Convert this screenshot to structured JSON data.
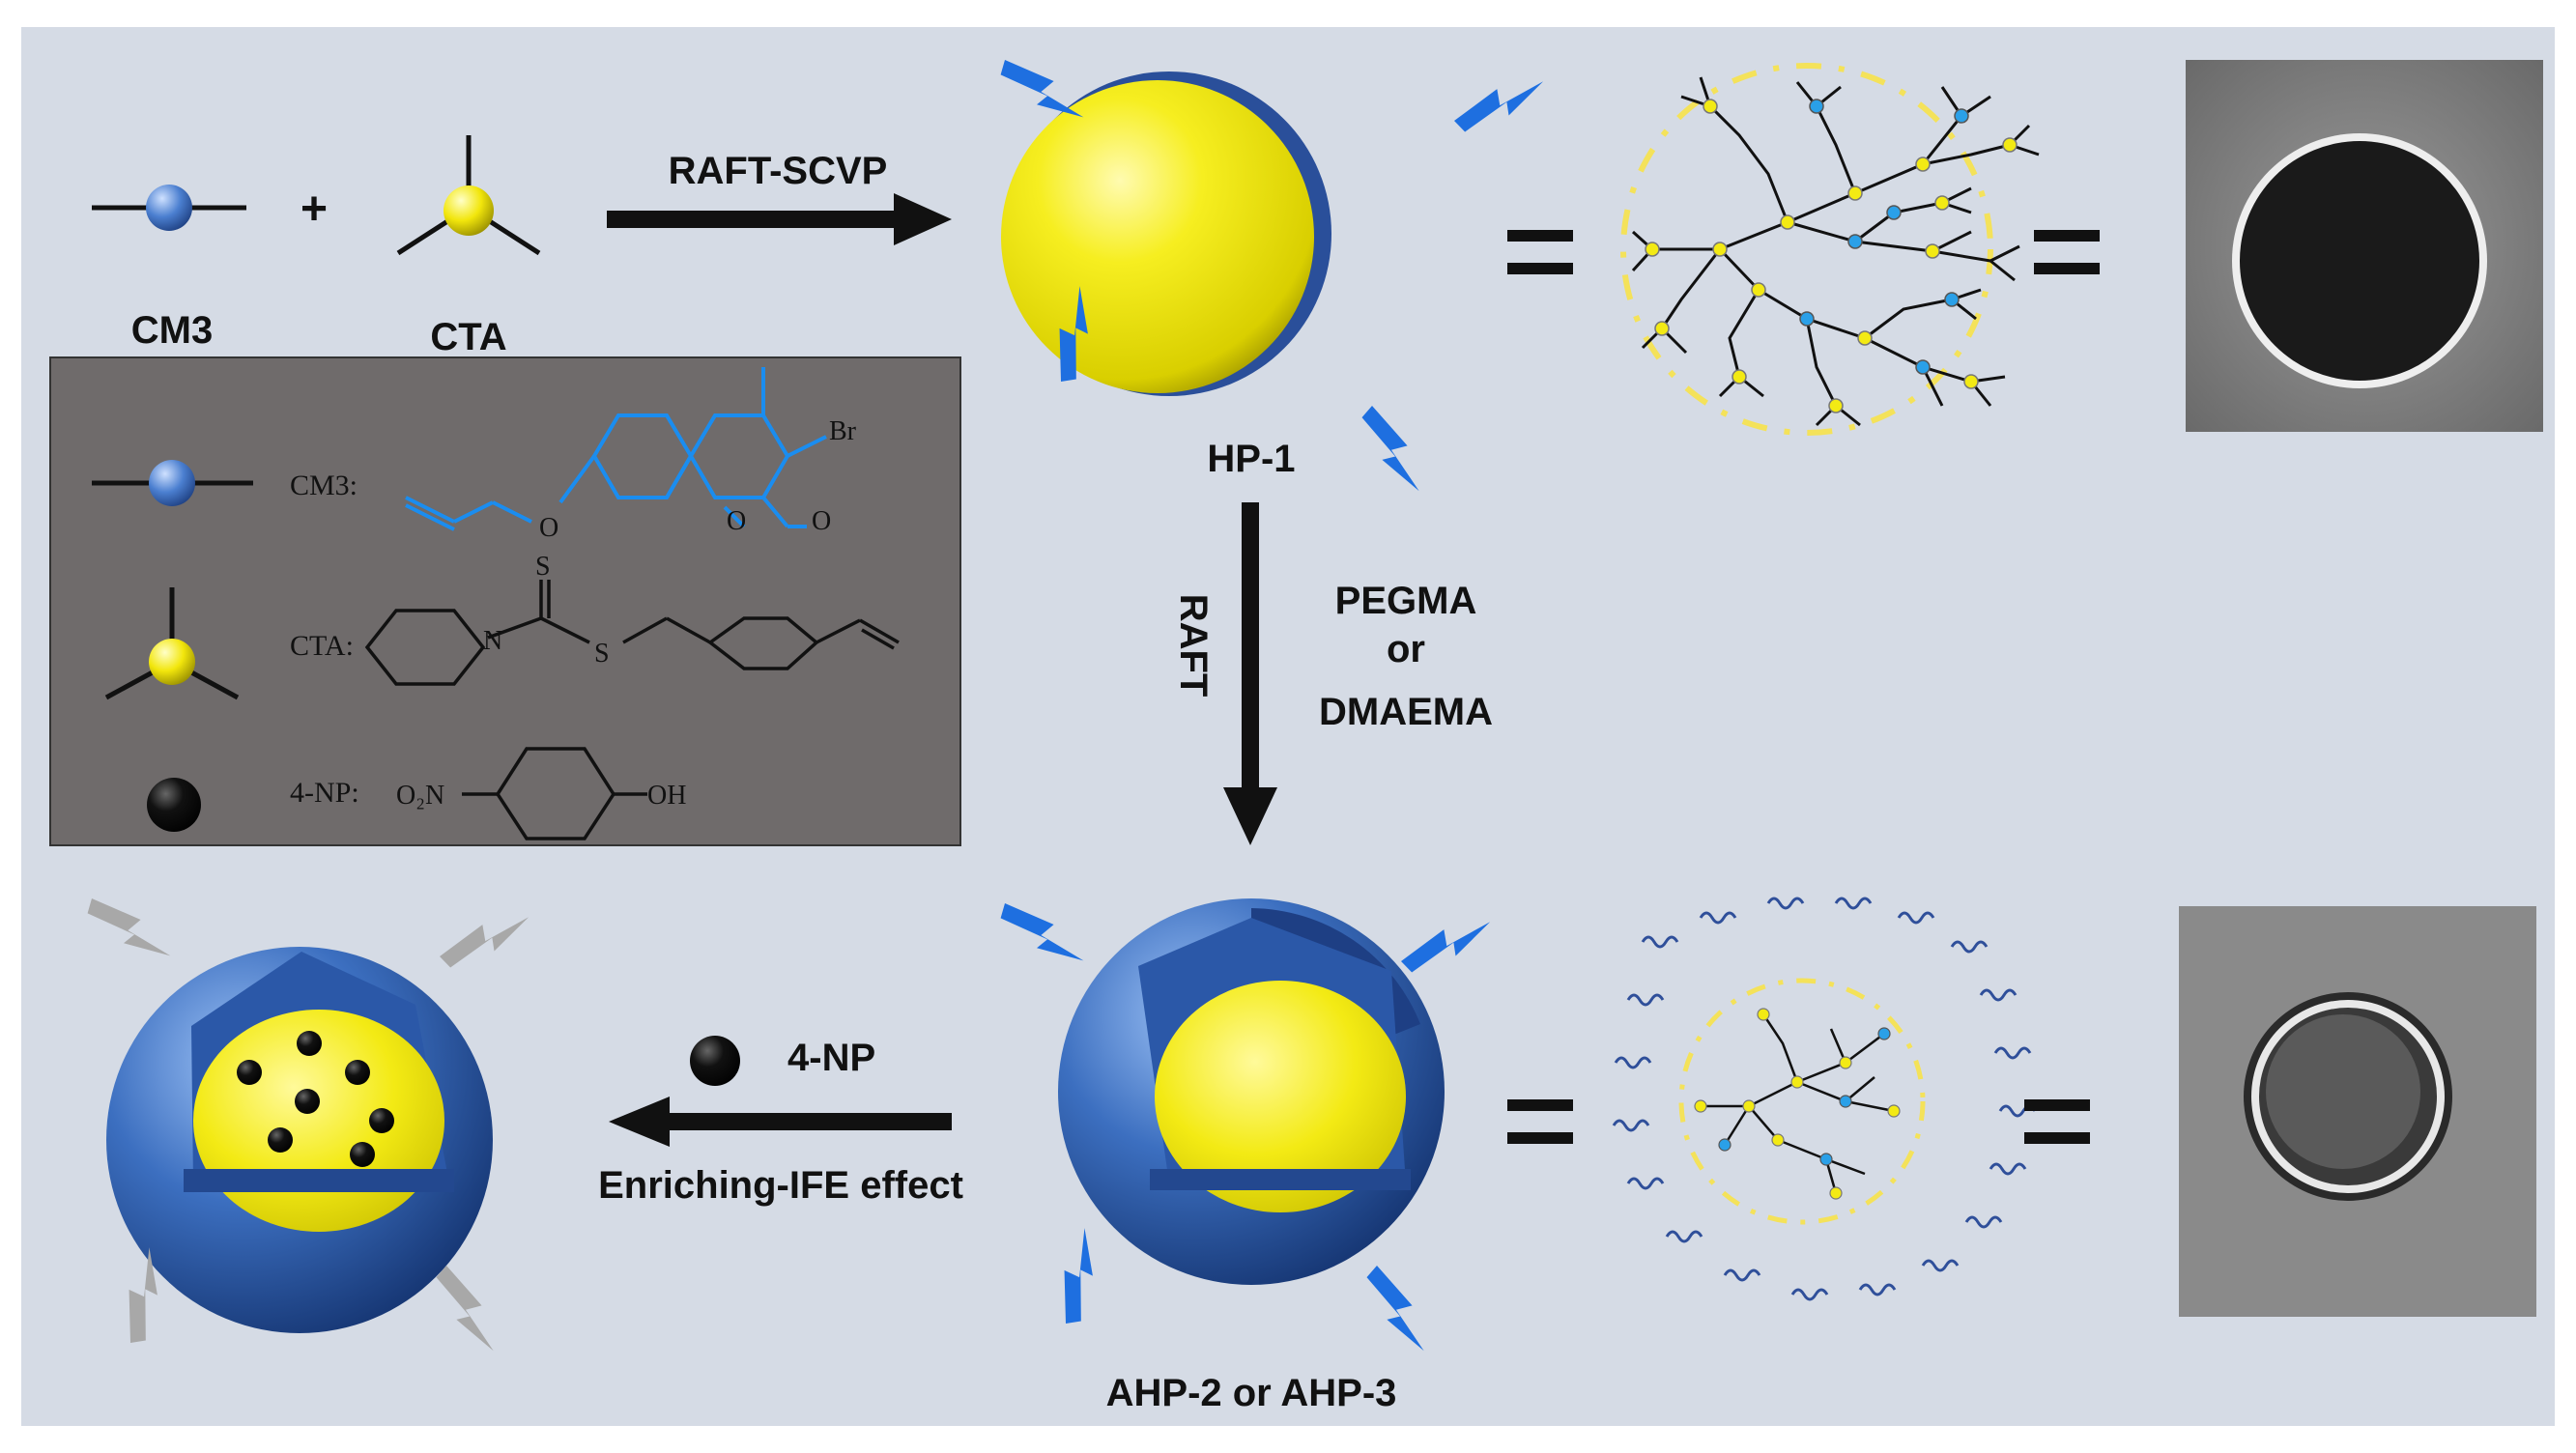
{
  "labels": {
    "cm3": "CM3",
    "cta": "CTA",
    "plus": "+",
    "raft_scvp": "RAFT-SCVP",
    "hp1": "HP-1",
    "raft": "RAFT",
    "pegma": "PEGMA",
    "or": "or",
    "dmaema": "DMAEMA",
    "ahp": "AHP-2 or AHP-3",
    "four_np": "4-NP",
    "enriching": "Enriching-IFE effect",
    "equals": "="
  },
  "legend": {
    "cm3_label": "CM3:",
    "cta_label": "CTA:",
    "np_label": "4-NP:",
    "br": "Br",
    "o": "O",
    "n": "N",
    "s": "S",
    "no2": "O₂N",
    "oh": "OH"
  },
  "colors": {
    "background": "#d5dbe5",
    "legend_box": "#6f6b6b",
    "yellow": "#f3ea14",
    "blue": "#3f6fb8",
    "arrow": "#111111",
    "lightning_blue": "#1e6fe0",
    "lightning_gray": "#a8a8a8",
    "chem_blue": "#1a8df0"
  },
  "icons": [
    "lightning-icon",
    "monomer-bead-icon",
    "cta-bead-icon",
    "nitrophenol-dot-icon"
  ]
}
